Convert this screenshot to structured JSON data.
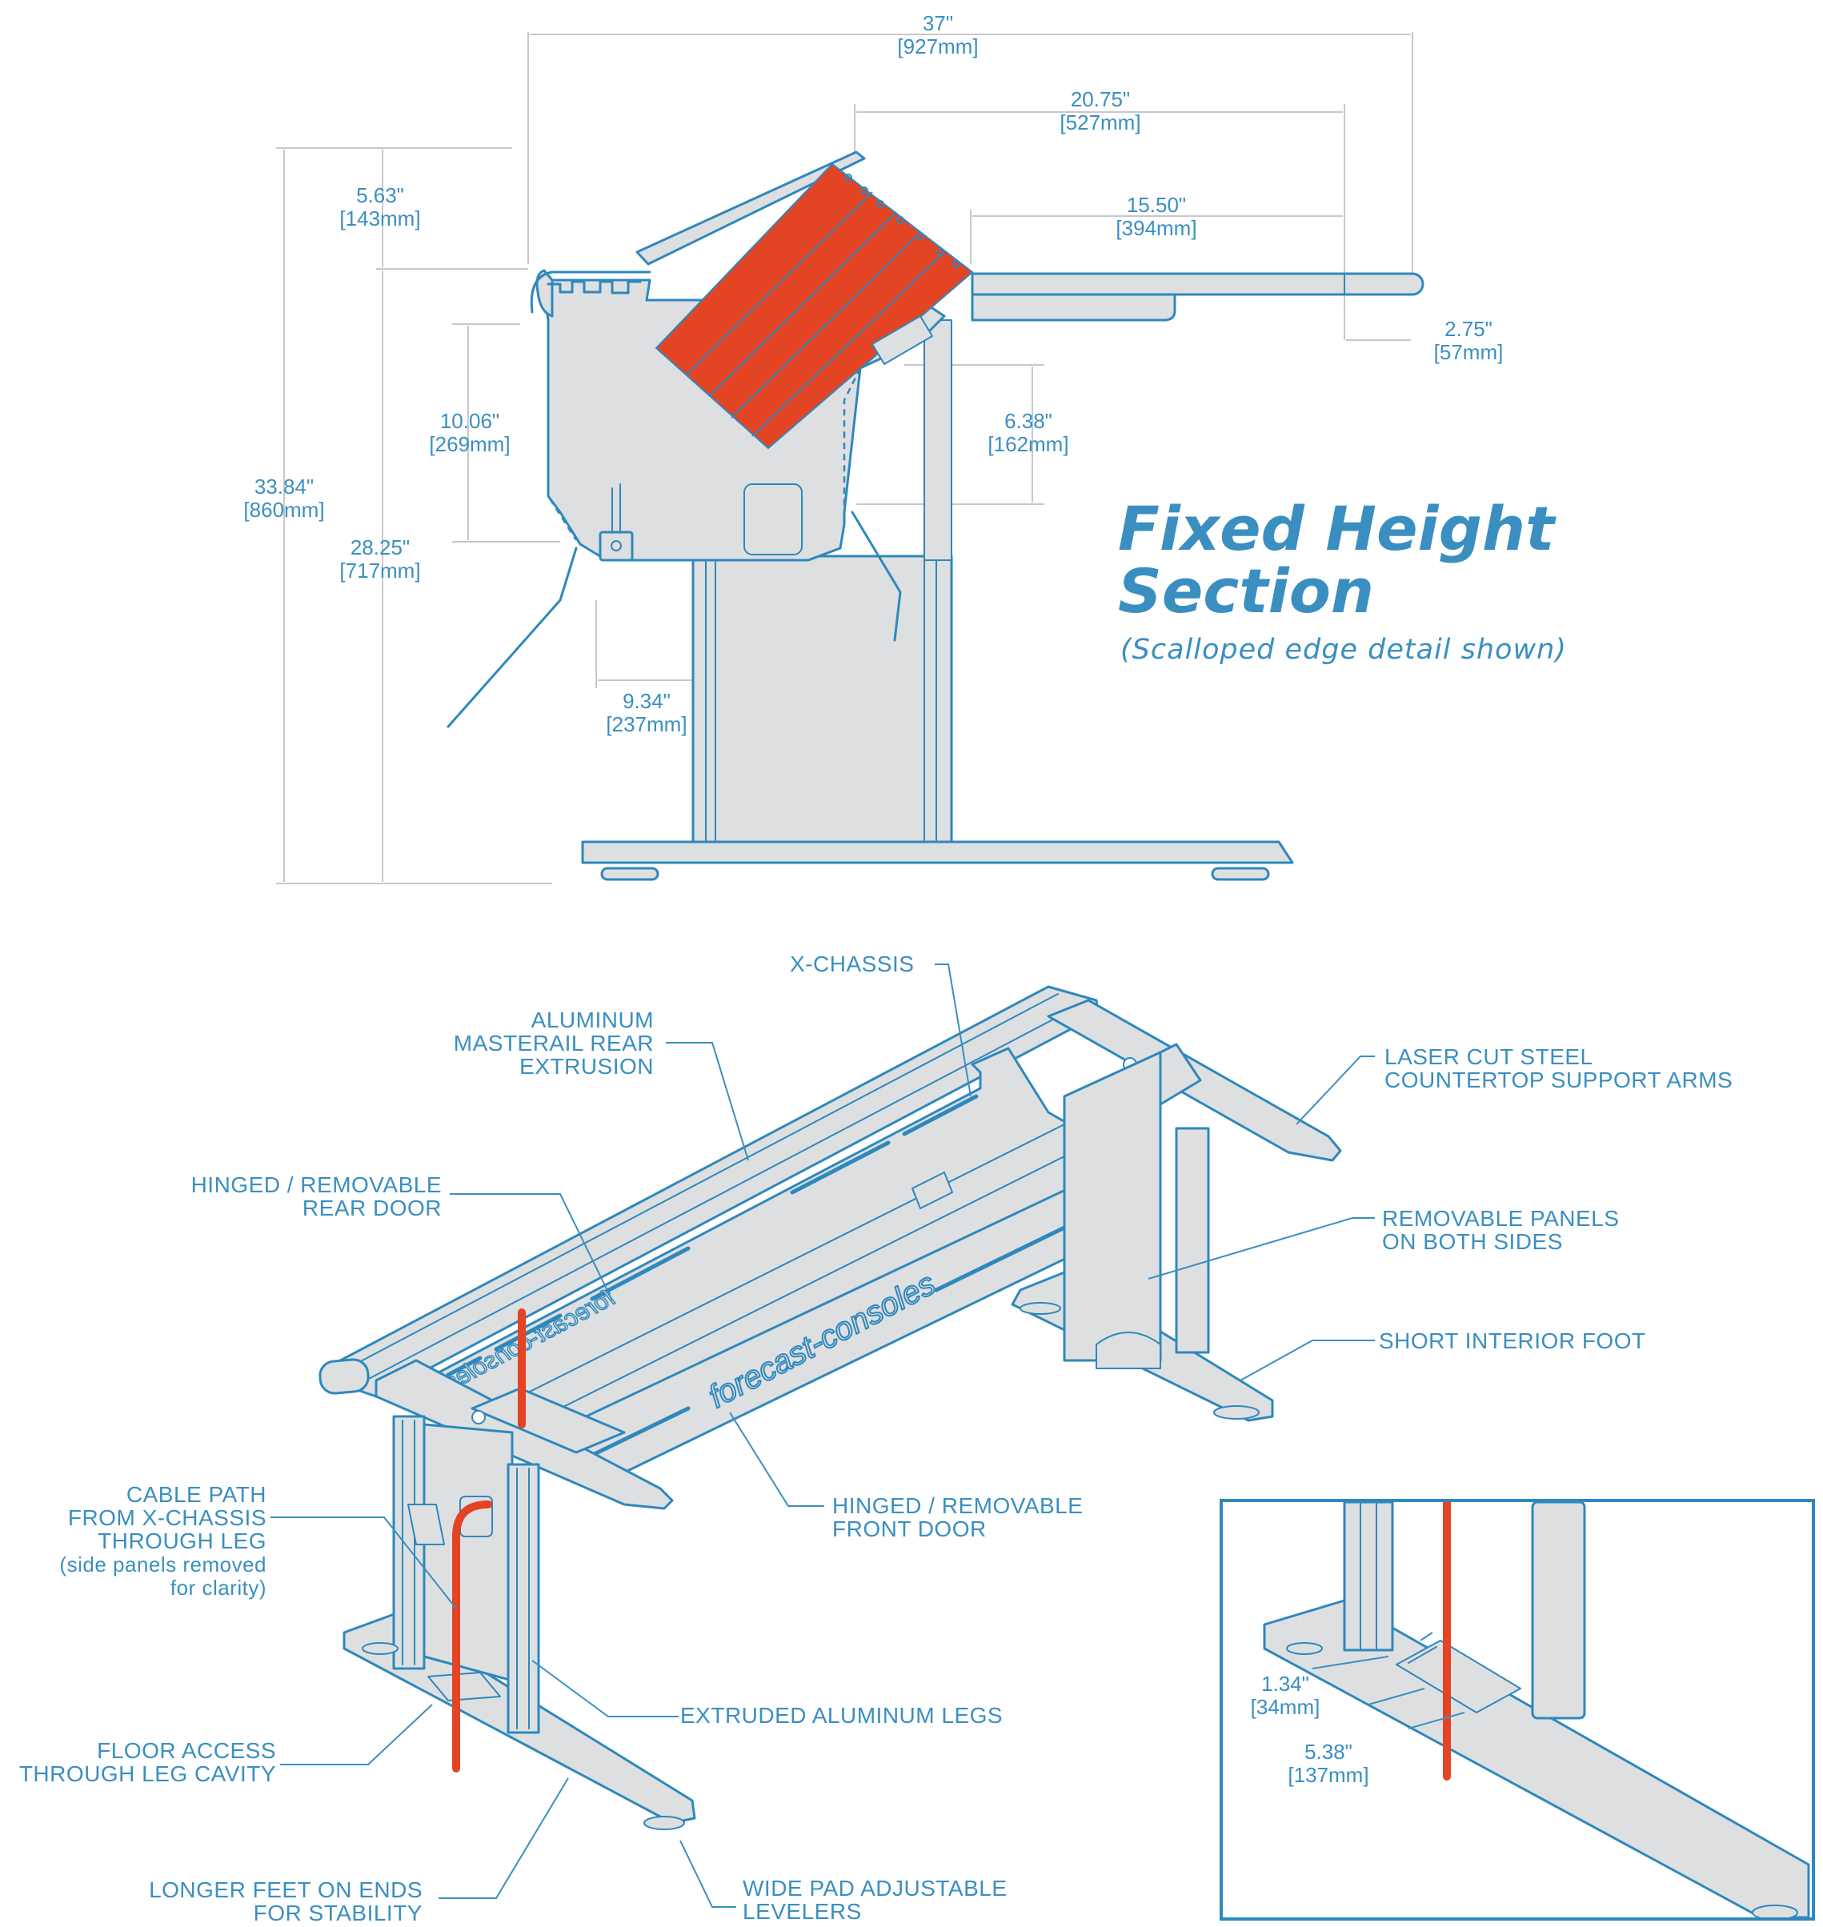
{
  "title": {
    "line1": "Fixed Height",
    "line2": "Section"
  },
  "subtitle": "(Scalloped edge detail shown)",
  "dimensions": {
    "overall_depth": {
      "in": "37\"",
      "mm": "[927mm]"
    },
    "top_depth": {
      "in": "20.75\"",
      "mm": "[527mm]"
    },
    "work_surface": {
      "in": "15.50\"",
      "mm": "[394mm]"
    },
    "overhang": {
      "in": "2.75\"",
      "mm": "[57mm]"
    },
    "turret_height": {
      "in": "5.63\"",
      "mm": "[143mm]"
    },
    "rear_cabinet": {
      "in": "10.06\"",
      "mm": "[269mm]"
    },
    "front_cabinet": {
      "in": "6.38\"",
      "mm": "[162mm]"
    },
    "total_height": {
      "in": "33.84\"",
      "mm": "[860mm]"
    },
    "work_height": {
      "in": "28.25\"",
      "mm": "[717mm]"
    },
    "leg_offset": {
      "in": "9.34\"",
      "mm": "[237mm]"
    },
    "access_width": {
      "in": "1.34\"",
      "mm": "[34mm]"
    },
    "access_length": {
      "in": "5.38\"",
      "mm": "[137mm]"
    }
  },
  "callouts": {
    "x_chassis": "X-CHASSIS",
    "masterail": [
      "ALUMINUM",
      "MASTERAIL REAR",
      "EXTRUSION"
    ],
    "laser_cut": [
      "LASER CUT STEEL",
      "COUNTERTOP SUPPORT ARMS"
    ],
    "rear_door": [
      "HINGED / REMOVABLE",
      "REAR DOOR"
    ],
    "removable_panels": [
      "REMOVABLE PANELS",
      "ON BOTH SIDES"
    ],
    "short_foot": "SHORT INTERIOR FOOT",
    "front_door": [
      "HINGED / REMOVABLE",
      "FRONT DOOR"
    ],
    "cable_path": [
      "CABLE PATH",
      "FROM X-CHASSIS",
      "THROUGH LEG",
      "(side panels removed",
      "for clarity)"
    ],
    "legs": "EXTRUDED ALUMINUM LEGS",
    "floor_access": [
      "FLOOR ACCESS",
      "THROUGH LEG CAVITY"
    ],
    "longer_feet": [
      "LONGER FEET ON ENDS",
      "FOR STABILITY"
    ],
    "levelers": [
      "WIDE PAD ADJUSTABLE",
      "LEVELERS"
    ]
  },
  "brand_text": "forecast-consoles",
  "colors": {
    "accent": "#3a8fc0",
    "line": "#2e88bd",
    "fill": "#dedfe1",
    "cable": "#e24424",
    "dimension": "#c8c8c8"
  }
}
